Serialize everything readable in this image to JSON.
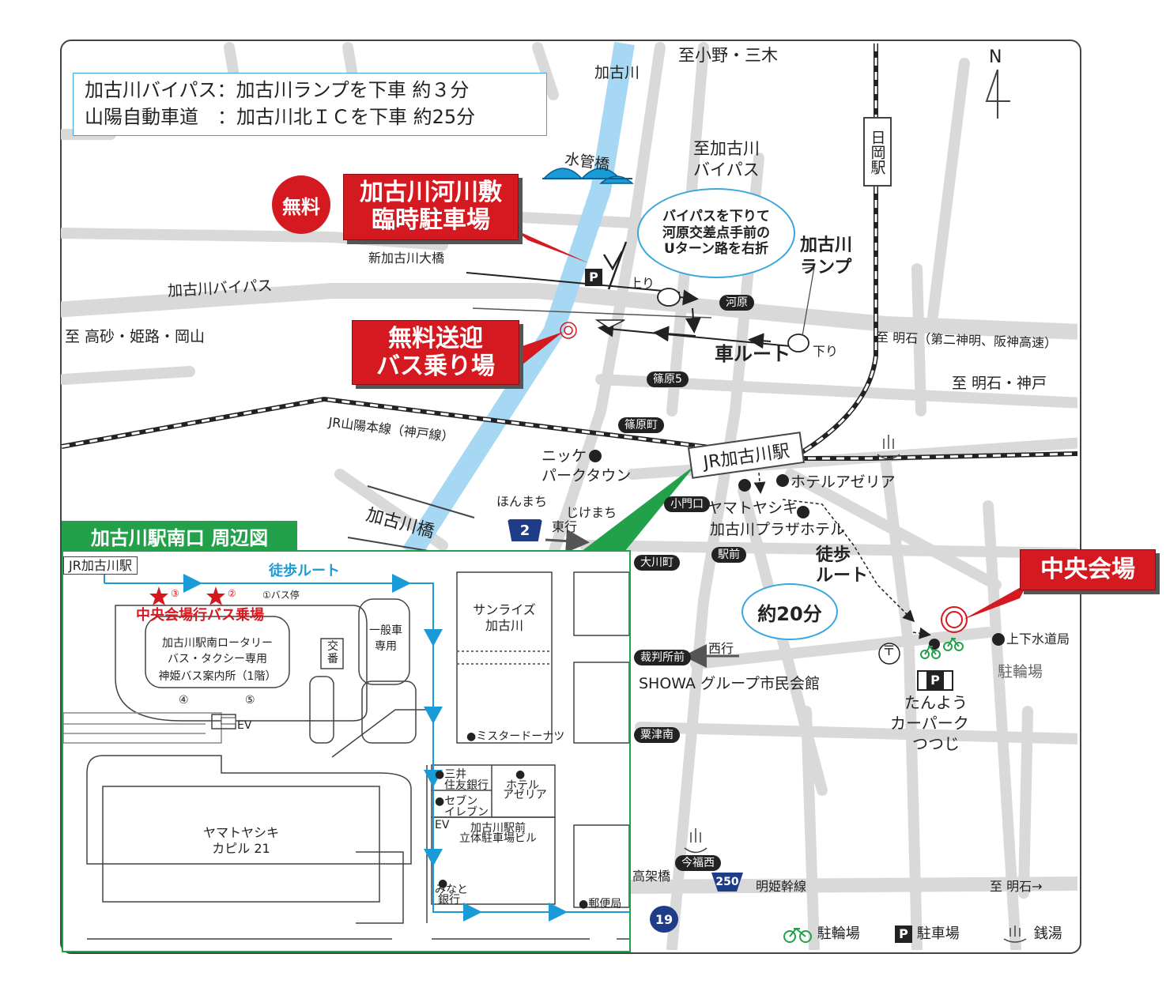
{
  "info_box": {
    "line1": "加古川バイパス：加古川ランプを下車 約３分",
    "line2": "山陽自動車道　：加古川北ＩＣを下車 約25分"
  },
  "compass": {
    "label": "N"
  },
  "directions": {
    "ono_miki": "至小野・三木",
    "kakogawa_north": "加古川",
    "bypass_to_line1": "至加古川",
    "bypass_to_line2": "バイパス",
    "takasago": "至 高砂・姫路・岡山",
    "akashi_highway": "至 明石（第二神明、阪神高速）",
    "akashi_kobe": "至 明石・神戸",
    "akashi_arrow": "至 明石→"
  },
  "free_badge": "無料",
  "temp_parking": {
    "line1": "加古川河川敷",
    "line2": "臨時駐車場"
  },
  "shuttle_stop": {
    "line1": "無料送迎",
    "line2": "バス乗り場"
  },
  "main_venue": "中央会場",
  "bubble_uturn": {
    "line1": "バイパスを下りて",
    "line2": "河原交差点手前の",
    "line3": "Uターン路を右折"
  },
  "bubble_walk": "約20分",
  "map_labels": {
    "aqueduct_bridge": "水管橋",
    "shin_kakogawa_bridge": "新加古川大橋",
    "kakogawa_bypass": "加古川バイパス",
    "nobori": "上り",
    "kudari": "下り",
    "ramp_line1": "加古川",
    "ramp_line2": "ランプ",
    "car_route": "車ルート",
    "jr_line": "JR山陽本線（神戸線）",
    "nikke_line1": "ニッケ",
    "nikke_line2": "パークタウン",
    "honmachi": "ほんまち",
    "jikemachi": "じけまち",
    "east": "東行",
    "kakogawa_bridge": "加古川橋",
    "jr_station": "JR加古川駅",
    "hioka_station": "日岡駅",
    "hotel_azeria": "ホテルアゼリア",
    "yamatoyashiki": "ヤマトヤシキ",
    "plaza_hotel": "加古川プラザホテル",
    "walk_route_line1": "徒歩",
    "walk_route_line2": "ルート",
    "west": "西行",
    "showa_hall": "SHOWA グループ市民会館",
    "water_bureau": "上下水道局",
    "bicycle_parking": "駐輪場",
    "parking_line1": "たんよう",
    "parking_line2": "カーパーク",
    "parking_line3": "つつじ",
    "elevated_bridge": "高架橋",
    "himeji_line": "明姫幹線"
  },
  "intersections": {
    "kawara": "河原",
    "shinohara5": "篠原5",
    "shinoharacho": "篠原町",
    "komon": "小門口",
    "ekimae": "駅前",
    "okawacho": "大川町",
    "saibansho": "裁判所前",
    "awazu_minami": "粟津南",
    "imafuku_nishi": "今福西"
  },
  "route_shields": {
    "r2": "2",
    "r250": "250",
    "r19": "19"
  },
  "parking_mark": "P",
  "post_mark": "〒",
  "inset": {
    "title": "加古川駅南口 周辺図",
    "jr_station": "JR加古川駅",
    "walk_route": "徒歩ルート",
    "stop3": "③",
    "stop2": "②",
    "stop1": "①バス停",
    "bus_stop_label": "中央会場行バス乗場",
    "rotary_line1": "加古川駅南ロータリー",
    "rotary_line2": "バス・タクシー専用",
    "rotary_line3": "神姫バス案内所（1階）",
    "stop4": "④",
    "stop5": "⑤",
    "ev1": "EV",
    "koban_line1": "交",
    "koban_line2": "番",
    "general_car_line1": "一般車",
    "general_car_line2": "専用",
    "sunrise_line1": "サンライズ",
    "sunrise_line2": "加古川",
    "mister_donut": "●ミスタードーナツ",
    "smbc_line1": "●三井",
    "smbc_line2": "住友銀行",
    "hotel_line1": "●",
    "hotel_line2": "ホテル",
    "hotel_line3": "アゼリア",
    "seven_line1": "●セブン",
    "seven_line2": "イレブン",
    "ev2": "EV",
    "parking_bldg_line1": "加古川駅前",
    "parking_bldg_line2": "立体駐車場ビル",
    "minato_line1": "●",
    "minato_line2": "みなと",
    "minato_line3": "銀行",
    "post_office": "●郵便局",
    "yamato_line1": "ヤマトヤシキ",
    "yamato_line2": "カピル 21"
  },
  "legend": {
    "bicycle": "駐輪場",
    "parking_p": "P",
    "parking": "駐車場",
    "bathhouse": "銭湯"
  },
  "colors": {
    "red": "#d51920",
    "green": "#23a14a",
    "blue": "#3aa6dd",
    "navy": "#1f3c88",
    "road": "#d9d9d9"
  }
}
